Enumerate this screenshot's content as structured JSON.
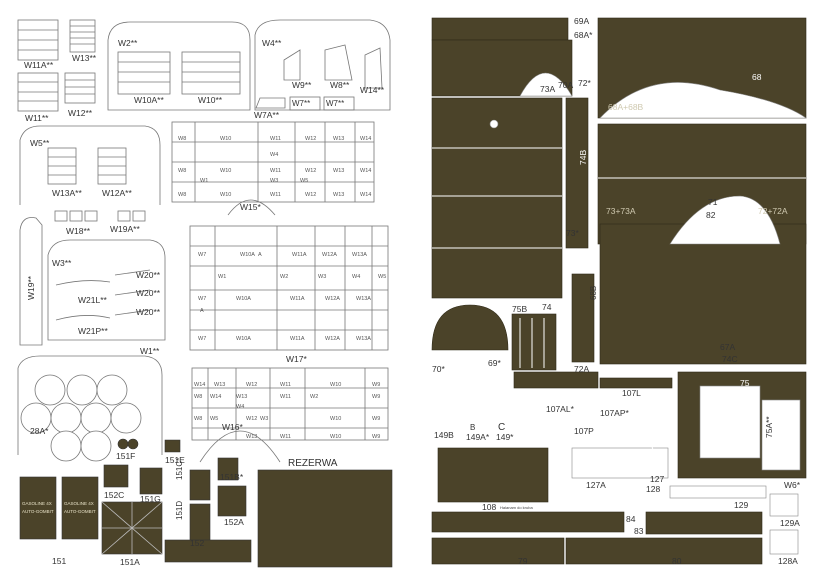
{
  "left_sheet": {
    "labels": [
      {
        "key": "w11a",
        "text": "W11A**"
      },
      {
        "key": "w13",
        "text": "W13**"
      },
      {
        "key": "w2",
        "text": "W2**"
      },
      {
        "key": "w4",
        "text": "W4**"
      },
      {
        "key": "w11",
        "text": "W11**"
      },
      {
        "key": "w12",
        "text": "W12**"
      },
      {
        "key": "w10a",
        "text": "W10A**"
      },
      {
        "key": "w10",
        "text": "W10**"
      },
      {
        "key": "w9",
        "text": "W9**"
      },
      {
        "key": "w8",
        "text": "W8**"
      },
      {
        "key": "w14",
        "text": "W14**"
      },
      {
        "key": "w7a",
        "text": "W7A**"
      },
      {
        "key": "w7a2",
        "text": "W7**"
      },
      {
        "key": "w7b",
        "text": "W7**"
      },
      {
        "key": "w5",
        "text": "W5**"
      },
      {
        "key": "w13a",
        "text": "W13A**"
      },
      {
        "key": "w12a",
        "text": "W12A**"
      },
      {
        "key": "w18",
        "text": "W18**"
      },
      {
        "key": "w19a",
        "text": "W19A**"
      },
      {
        "key": "w15",
        "text": "W15*"
      },
      {
        "key": "w3",
        "text": "W3**"
      },
      {
        "key": "w19",
        "text": "W19**"
      },
      {
        "key": "w20a",
        "text": "W20**"
      },
      {
        "key": "w20b",
        "text": "W20**"
      },
      {
        "key": "w20c",
        "text": "W20**"
      },
      {
        "key": "w21l",
        "text": "W21L**"
      },
      {
        "key": "w21p",
        "text": "W21P**"
      },
      {
        "key": "w1",
        "text": "W1**"
      },
      {
        "key": "w17",
        "text": "W17*"
      },
      {
        "key": "w16",
        "text": "W16*"
      },
      {
        "key": "p28a",
        "text": "28A*"
      },
      {
        "key": "p151f",
        "text": "151F"
      },
      {
        "key": "p151e",
        "text": "151E"
      },
      {
        "key": "p151b",
        "text": "151B*"
      },
      {
        "key": "p152c",
        "text": "152C"
      },
      {
        "key": "p151g",
        "text": "151G"
      },
      {
        "key": "p151c",
        "text": "151C*"
      },
      {
        "key": "p151d",
        "text": "151D"
      },
      {
        "key": "p152a",
        "text": "152A"
      },
      {
        "key": "p152",
        "text": "152"
      },
      {
        "key": "p151",
        "text": "151"
      },
      {
        "key": "p151a",
        "text": "151A"
      },
      {
        "key": "rezerwa",
        "text": "REZERWA"
      }
    ],
    "jerrycan_text_1": "GASOLINE 4X",
    "jerrycan_text_2": "AUTO-GOMBIT",
    "w15_grid_labels": [
      "W8",
      "W10",
      "W11",
      "W12",
      "W13",
      "W14",
      "W8",
      "W10",
      "W11",
      "W12",
      "W13",
      "W14",
      "W1",
      "W4",
      "W5",
      "W3",
      "W8",
      "W10",
      "W11",
      "W12",
      "W13",
      "W14"
    ],
    "w17_grid_labels": [
      "W7",
      "W10A",
      "A",
      "W11A",
      "W12A",
      "W13A",
      "W1",
      "W2",
      "W3",
      "W4",
      "W5",
      "W7",
      "A",
      "W10A",
      "W11A",
      "W12A",
      "W13A",
      "W7",
      "W10A",
      "W11A",
      "W12A",
      "W13A"
    ],
    "w16_grid_labels": [
      "W14",
      "W13",
      "W12",
      "W11",
      "W10",
      "W9",
      "W8",
      "W14",
      "W13",
      "W4",
      "W11",
      "W3",
      "W2",
      "W9",
      "W8",
      "W5",
      "W12",
      "W10",
      "W9",
      "W13",
      "W11",
      "W10",
      "W9"
    ]
  },
  "right_sheet": {
    "labels": [
      {
        "key": "p69a",
        "text": "69A"
      },
      {
        "key": "p68a",
        "text": "68A*"
      },
      {
        "key": "p70a",
        "text": "70A"
      },
      {
        "key": "p72",
        "text": "72*"
      },
      {
        "key": "p73a",
        "text": "73A"
      },
      {
        "key": "p68",
        "text": "68"
      },
      {
        "key": "p68a68b",
        "text": "68A+68B"
      },
      {
        "key": "p81",
        "text": "81"
      },
      {
        "key": "p74b",
        "text": "74B"
      },
      {
        "key": "p71",
        "text": "71"
      },
      {
        "key": "p82",
        "text": "82"
      },
      {
        "key": "p73_73a",
        "text": "73+73A"
      },
      {
        "key": "p72_72a",
        "text": "72+72A"
      },
      {
        "key": "p73",
        "text": "73*"
      },
      {
        "key": "p68b",
        "text": "68B"
      },
      {
        "key": "p75b",
        "text": "75B"
      },
      {
        "key": "p74",
        "text": "74"
      },
      {
        "key": "p67a",
        "text": "67A"
      },
      {
        "key": "p74c",
        "text": "74C"
      },
      {
        "key": "p70",
        "text": "70*"
      },
      {
        "key": "p69",
        "text": "69*"
      },
      {
        "key": "p72a",
        "text": "72A"
      },
      {
        "key": "p107l",
        "text": "107L"
      },
      {
        "key": "p75",
        "text": "75"
      },
      {
        "key": "p107al",
        "text": "107AL*"
      },
      {
        "key": "p107ap",
        "text": "107AP*"
      },
      {
        "key": "p75a",
        "text": "75A**"
      },
      {
        "key": "p149b",
        "text": "149B"
      },
      {
        "key": "p149a",
        "text": "149A*"
      },
      {
        "key": "p149",
        "text": "149*"
      },
      {
        "key": "p107p",
        "text": "107P"
      },
      {
        "key": "p127",
        "text": "127"
      },
      {
        "key": "p127a",
        "text": "127A"
      },
      {
        "key": "p128",
        "text": "128"
      },
      {
        "key": "pw6",
        "text": "W6*"
      },
      {
        "key": "p108",
        "text": "108"
      },
      {
        "key": "p129",
        "text": "129"
      },
      {
        "key": "p84",
        "text": "84"
      },
      {
        "key": "p129a",
        "text": "129A"
      },
      {
        "key": "p83",
        "text": "83"
      },
      {
        "key": "p79",
        "text": "79"
      },
      {
        "key": "p80",
        "text": "80"
      },
      {
        "key": "p128a",
        "text": "128A"
      }
    ],
    "b_mark": "B",
    "c_mark": "C",
    "small_note": "Halanam do kruba",
    "colors": {
      "olive": "#4b4329",
      "olive_dark": "#3a3320",
      "line": "#6a6a6a",
      "paper": "#ffffff"
    }
  }
}
